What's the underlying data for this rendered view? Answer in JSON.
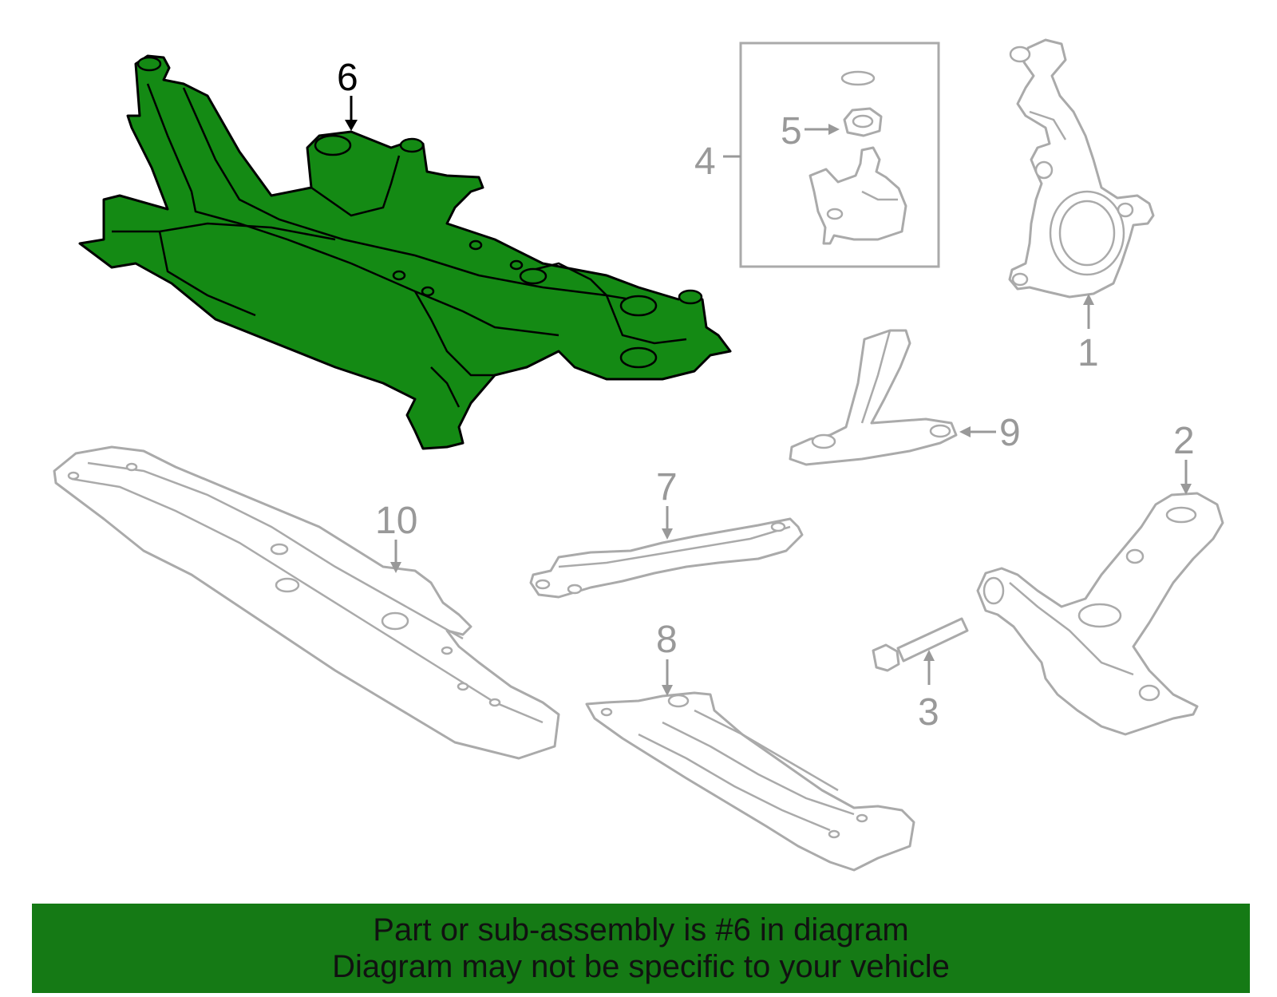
{
  "diagram": {
    "callouts": [
      {
        "id": "1",
        "label": "1"
      },
      {
        "id": "2",
        "label": "2"
      },
      {
        "id": "3",
        "label": "3"
      },
      {
        "id": "4",
        "label": "4"
      },
      {
        "id": "5",
        "label": "5"
      },
      {
        "id": "6",
        "label": "6"
      },
      {
        "id": "7",
        "label": "7"
      },
      {
        "id": "8",
        "label": "8"
      },
      {
        "id": "9",
        "label": "9"
      },
      {
        "id": "10",
        "label": "10"
      }
    ],
    "highlighted_part": "6",
    "highlight_color": "#148a14"
  },
  "banner": {
    "line1": "Part or sub-assembly is #6 in diagram",
    "line2": "Diagram may not be specific to your vehicle",
    "background": "#157a15"
  }
}
